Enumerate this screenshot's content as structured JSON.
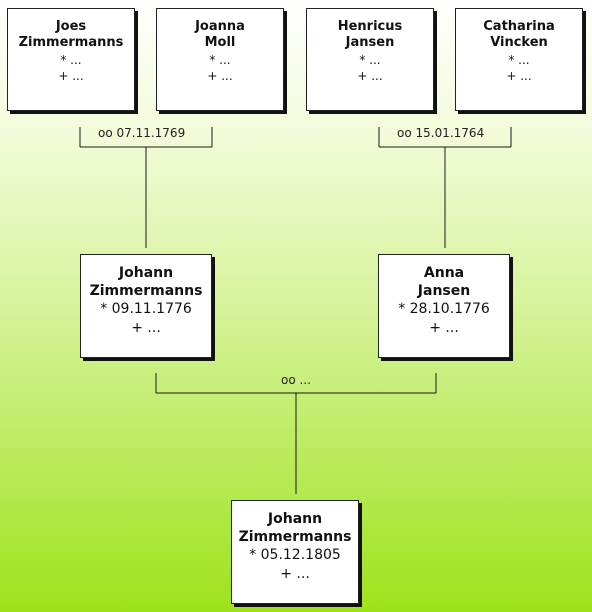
{
  "grandparents": [
    {
      "name1": "Joes",
      "name2": "Zimmermanns",
      "birth": "* ...",
      "death": "+ ..."
    },
    {
      "name1": "Joanna",
      "name2": "Moll",
      "birth": "* ...",
      "death": "+ ..."
    },
    {
      "name1": "Henricus",
      "name2": "Jansen",
      "birth": "* ...",
      "death": "+ ..."
    },
    {
      "name1": "Catharina",
      "name2": "Vincken",
      "birth": "* ...",
      "death": "+ ..."
    }
  ],
  "grandparent_marriages": [
    {
      "label": "oo 07.11.1769"
    },
    {
      "label": "oo 15.01.1764"
    }
  ],
  "parents": [
    {
      "name1": "Johann",
      "name2": "Zimmermanns",
      "birth": "* 09.11.1776",
      "death": "+ ..."
    },
    {
      "name1": "Anna",
      "name2": "Jansen",
      "birth": "* 28.10.1776",
      "death": "+ ..."
    }
  ],
  "parent_marriage": {
    "label": "oo ..."
  },
  "child": {
    "name1": "Johann",
    "name2": "Zimmermanns",
    "birth": "* 05.12.1805",
    "death": "+ ..."
  }
}
